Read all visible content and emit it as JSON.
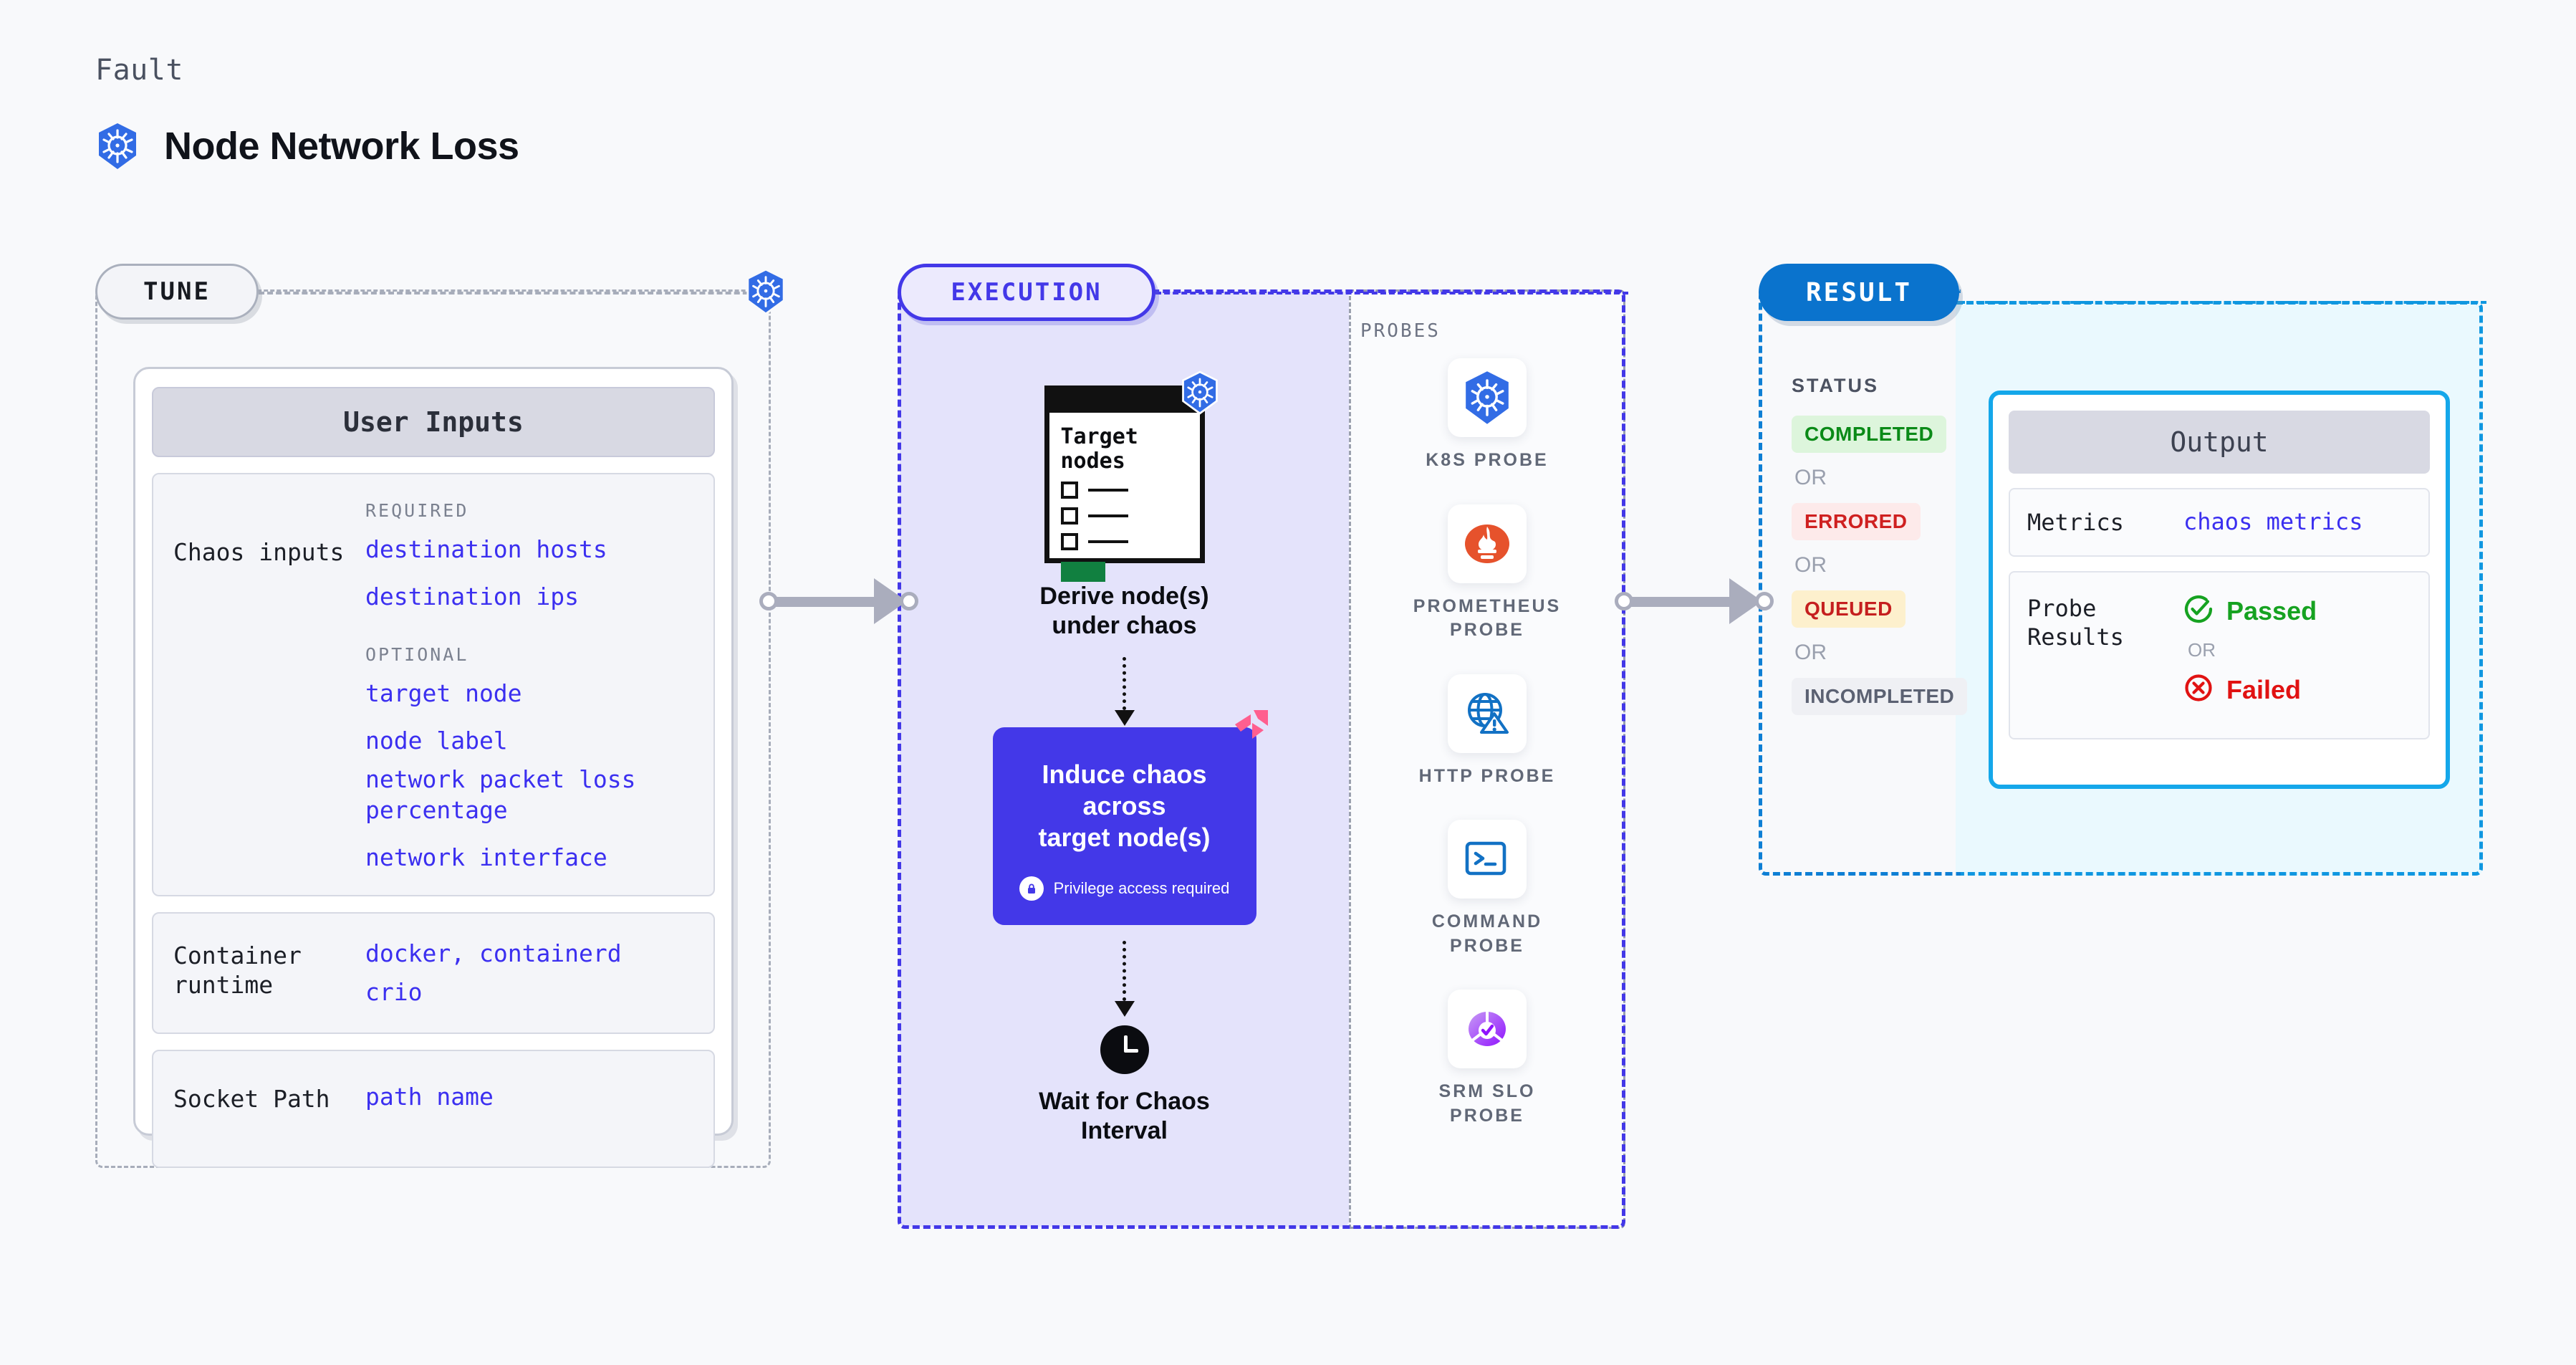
{
  "header": {
    "kicker": "Fault",
    "title": "Node Network Loss",
    "logo_icon": "kubernetes-icon"
  },
  "stages": {
    "tune": {
      "pill_label": "TUNE",
      "badge_icon": "kubernetes-icon"
    },
    "execution": {
      "pill_label": "EXECUTION"
    },
    "result": {
      "pill_label": "RESULT"
    }
  },
  "tune": {
    "card_title": "User Inputs",
    "chaos_inputs": {
      "key": "Chaos inputs",
      "required_label": "REQUIRED",
      "required_values": [
        "destination hosts",
        "destination ips"
      ],
      "optional_label": "OPTIONAL",
      "optional_values": [
        "target node",
        "node label",
        "network packet loss percentage",
        "network interface"
      ]
    },
    "container_runtime": {
      "key": "Container\nruntime",
      "values": [
        "docker",
        "containerd",
        "crio"
      ],
      "separator": ","
    },
    "socket_path": {
      "key": "Socket Path",
      "values": [
        "path name"
      ]
    }
  },
  "execution": {
    "node_card": {
      "title": "Target\nnodes",
      "badge_icon": "kubernetes-icon",
      "checkbox_count": 3,
      "progress_icon": "green-bar"
    },
    "step1_caption": "Derive node(s)\nunder chaos",
    "chaos_box": {
      "title": "Induce chaos across\ntarget node(s)",
      "privilege_note": "Privilege access required",
      "lock_icon": "lock-icon",
      "corner_icon": "litmus-chaos-icon"
    },
    "step3_icon": "clock-icon",
    "step3_caption": "Wait for Chaos\nInterval"
  },
  "probes": {
    "heading": "PROBES",
    "items": [
      {
        "name": "K8S PROBE",
        "icon": "kubernetes-icon"
      },
      {
        "name": "PROMETHEUS PROBE",
        "icon": "prometheus-icon"
      },
      {
        "name": "HTTP PROBE",
        "icon": "globe-alert-icon"
      },
      {
        "name": "COMMAND PROBE",
        "icon": "terminal-icon"
      },
      {
        "name": "SRM SLO PROBE",
        "icon": "srm-slo-icon"
      }
    ]
  },
  "result": {
    "status_heading": "STATUS",
    "or_label": "OR",
    "statuses": [
      {
        "label": "COMPLETED",
        "variant": "completed"
      },
      {
        "label": "ERRORED",
        "variant": "errored"
      },
      {
        "label": "QUEUED",
        "variant": "queued"
      },
      {
        "label": "INCOMPLETED",
        "variant": "incompleted"
      }
    ]
  },
  "output": {
    "card_title": "Output",
    "metrics": {
      "key": "Metrics",
      "value": "chaos metrics"
    },
    "probe_results": {
      "key": "Probe\nResults",
      "passed_label": "Passed",
      "failed_label": "Failed",
      "or_label": "OR",
      "passed_icon": "check-circle-icon",
      "failed_icon": "x-circle-icon"
    }
  },
  "colors": {
    "accent_purple": "#4338e8",
    "accent_blue": "#0a73cd",
    "accent_cyan": "#14a7ea",
    "k8s_blue": "#326ce5",
    "value_blue": "#3b2ff0",
    "pass_green": "#16a221",
    "fail_red": "#e11212",
    "page_bg": "#f8f9fb"
  }
}
